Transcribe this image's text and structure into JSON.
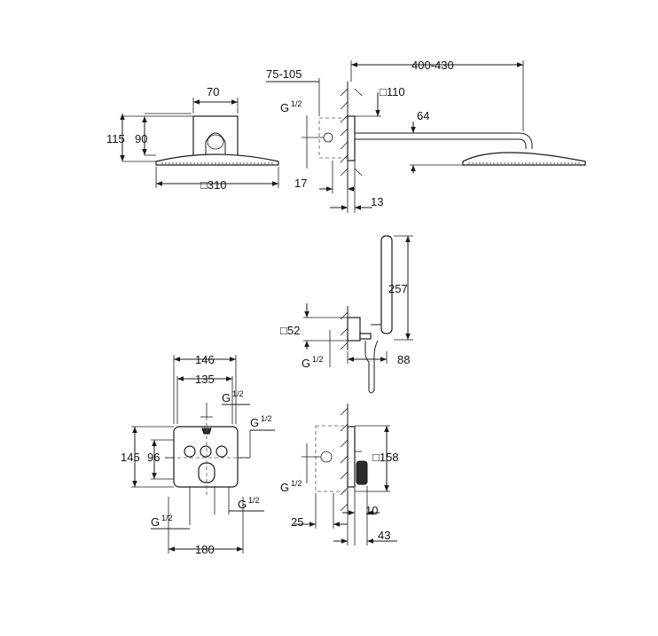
{
  "diagram": {
    "overhead_shower": {
      "front": {
        "width_label": "70",
        "height_label_outer": "115",
        "height_label_inner": "90",
        "head_label": "□310"
      },
      "side": {
        "depth_label": "75-105",
        "thread_label": "G",
        "thread_frac": "1/2",
        "box_label": "□110",
        "arm_label": "400-430",
        "drop_label": "64",
        "wall_label": "17",
        "rose_label": "13"
      }
    },
    "hand_shower": {
      "height_label": "257",
      "box_label": "□52",
      "thread_label": "G",
      "thread_frac": "1/2",
      "offset_label": "88"
    },
    "thermostat": {
      "front": {
        "width_outer_label": "146",
        "width_inner_label": "135",
        "top_thread_label": "G",
        "top_thread_frac": "1/2",
        "side_thread_label": "G",
        "side_thread_frac": "1/2",
        "height_outer_label": "145",
        "height_inner_label": "96",
        "bottom_left_thread_label": "G",
        "bottom_left_thread_frac": "1/2",
        "bottom_right_thread_label": "G",
        "bottom_right_thread_frac": "1/2",
        "overall_width_label": "180"
      },
      "side": {
        "box_label": "□158",
        "thread_label": "G",
        "thread_frac": "1/2",
        "depth_label": "25",
        "knob_label": "10",
        "total_label": "43"
      }
    }
  }
}
